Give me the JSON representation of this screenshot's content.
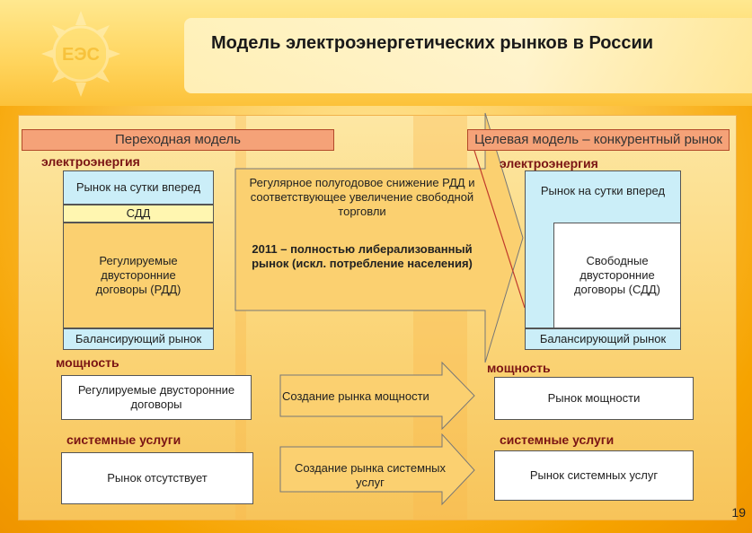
{
  "slide": {
    "title": "Модель электроэнергетических рынков в России",
    "page_number": "19"
  },
  "left": {
    "banner": "Переходная модель",
    "electricity_label": "электроэнергия",
    "day_ahead": "Рынок на сутки вперед",
    "sdd": "СДД",
    "regulated_contracts": "Регулируемые двусторонние договоры (РДД)",
    "balancing": "Балансирующий рынок",
    "capacity_label": "мощность",
    "capacity_box": "Регулируемые двусторонние договоры",
    "system_services_label": "системные услуги",
    "system_services_box": "Рынок отсутствует"
  },
  "right": {
    "banner": "Целевая модель – конкурентный рынок",
    "electricity_label": "электроэнергия",
    "day_ahead": "Рынок на сутки вперед",
    "free_contracts": "Свободные двусторонние договоры (СДД)",
    "balancing": "Балансирующий рынок",
    "capacity_label": "мощность",
    "capacity_box": "Рынок мощности",
    "system_services_label": "системные услуги",
    "system_services_box": "Рынок системных услуг"
  },
  "middle": {
    "big_arrow_text1": "Регулярное полугодовое снижение РДД и соответствующее увеличение свободной торговли",
    "big_arrow_text2": "2011 – полностью либерализованный рынок (искл. потребление населения)",
    "capacity_arrow": "Создание рынка мощности",
    "services_arrow": "Создание рынка системных услуг"
  },
  "colors": {
    "banner_fill": "#f5a278",
    "section_label": "#7a1414",
    "blue_box": "#cbeef8",
    "arrow_fill": "#fbd070"
  }
}
